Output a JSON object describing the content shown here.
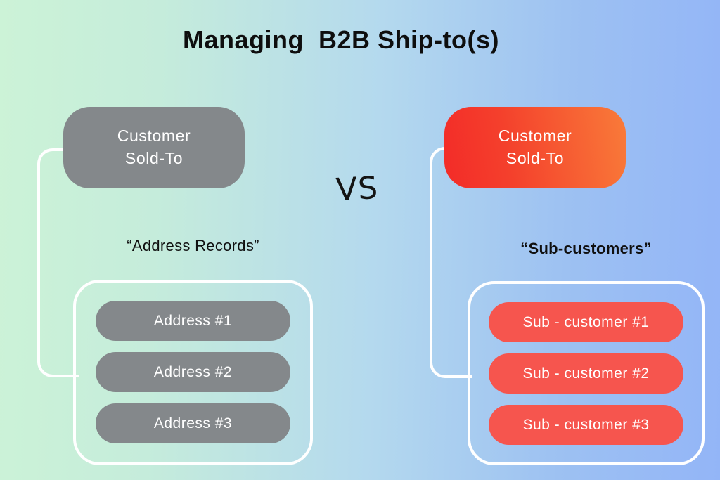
{
  "title": "Managing  B2B Ship-to(s)",
  "vs_label": "VS",
  "left": {
    "box_line1": "Customer",
    "box_line2": "Sold-To",
    "caption": "“Address Records”",
    "items": [
      "Address #1",
      "Address #2",
      "Address #3"
    ]
  },
  "right": {
    "box_line1": "Customer",
    "box_line2": "Sold-To",
    "caption": "“Sub-customers”",
    "items": [
      "Sub - customer #1",
      "Sub - customer #2",
      "Sub - customer #3"
    ]
  },
  "colors": {
    "background_left": "#ccf3d7",
    "background_mid": "#b4d9ee",
    "background_right": "#93b5f7",
    "gray_box": "#84888b",
    "red_gradient_start": "#f32b28",
    "red_gradient_end": "#f97b39",
    "coral_pill": "#f6554e",
    "connector_line": "#ffffff",
    "text_dark": "#0e0e0e",
    "text_light": "#ffffff"
  }
}
